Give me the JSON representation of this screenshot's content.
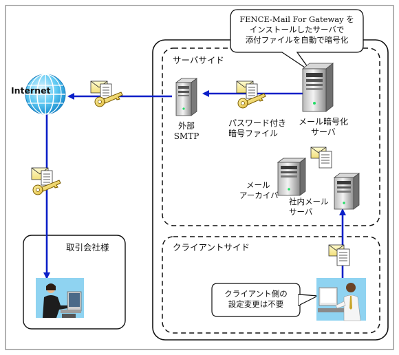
{
  "callout_top": {
    "line1": "FENCE-Mail For Gateway を",
    "line2": "インストールしたサーバで",
    "line3": "添付ファイルを自動で暗号化"
  },
  "internet_label": "Internet",
  "server_side": {
    "title": "サーバサイド"
  },
  "client_side": {
    "title": "クライアントサイド"
  },
  "partner": {
    "title": "取引会社様"
  },
  "smtp": {
    "line1": "外部",
    "line2": "SMTP"
  },
  "password_file": {
    "line1": "パスワード付き",
    "line2": "暗号ファイル"
  },
  "encrypt_server": {
    "line1": "メール暗号化",
    "line2": "サーバ"
  },
  "archive": {
    "line1": "メール",
    "line2": "アーカイバ"
  },
  "internal_mail": {
    "line1": "社内メール",
    "line2": "サーバ"
  },
  "callout_client": {
    "line1": "クライアント側の",
    "line2": "設定変更は不要"
  }
}
